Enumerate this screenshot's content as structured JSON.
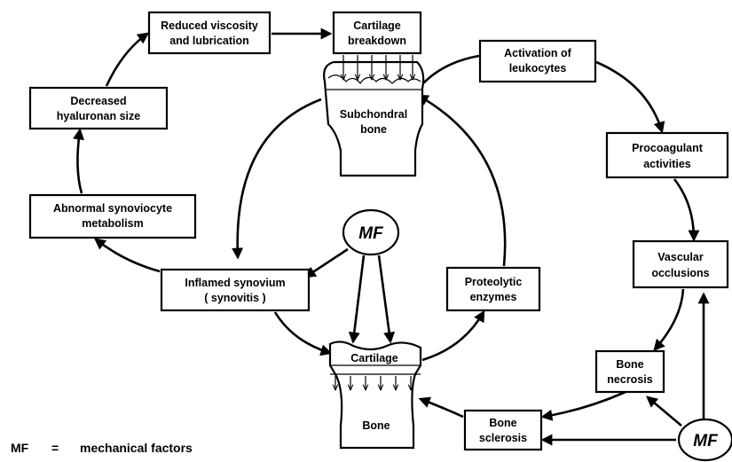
{
  "nodes": {
    "reduced_viscosity": [
      "Reduced viscosity",
      "and lubrication"
    ],
    "cartilage_breakdown": [
      "Cartilage",
      "breakdown"
    ],
    "activation_leukocytes": [
      "Activation of",
      "leukocytes"
    ],
    "decreased_hyaluronan": [
      "Decreased",
      "hyaluronan size"
    ],
    "subchondral_bone": [
      "Subchondral",
      "bone"
    ],
    "procoagulant": [
      "Procoagulant",
      "activities"
    ],
    "abnormal_synoviocyte": [
      "Abnormal synoviocyte",
      "metabolism"
    ],
    "vascular_occlusions": [
      "Vascular",
      "occlusions"
    ],
    "inflamed_synovium": [
      "Inflamed synovium",
      "( synovitis )"
    ],
    "proteolytic_enzymes": [
      "Proteolytic",
      "enzymes"
    ],
    "cartilage": "Cartilage",
    "bone": "Bone",
    "bone_necrosis": [
      "Bone",
      "necrosis"
    ],
    "bone_sclerosis": [
      "Bone",
      "sclerosis"
    ],
    "mf_center": "MF",
    "mf_corner": "MF"
  },
  "legend": {
    "abbr": "MF",
    "equals": "=",
    "meaning": "mechanical factors"
  }
}
